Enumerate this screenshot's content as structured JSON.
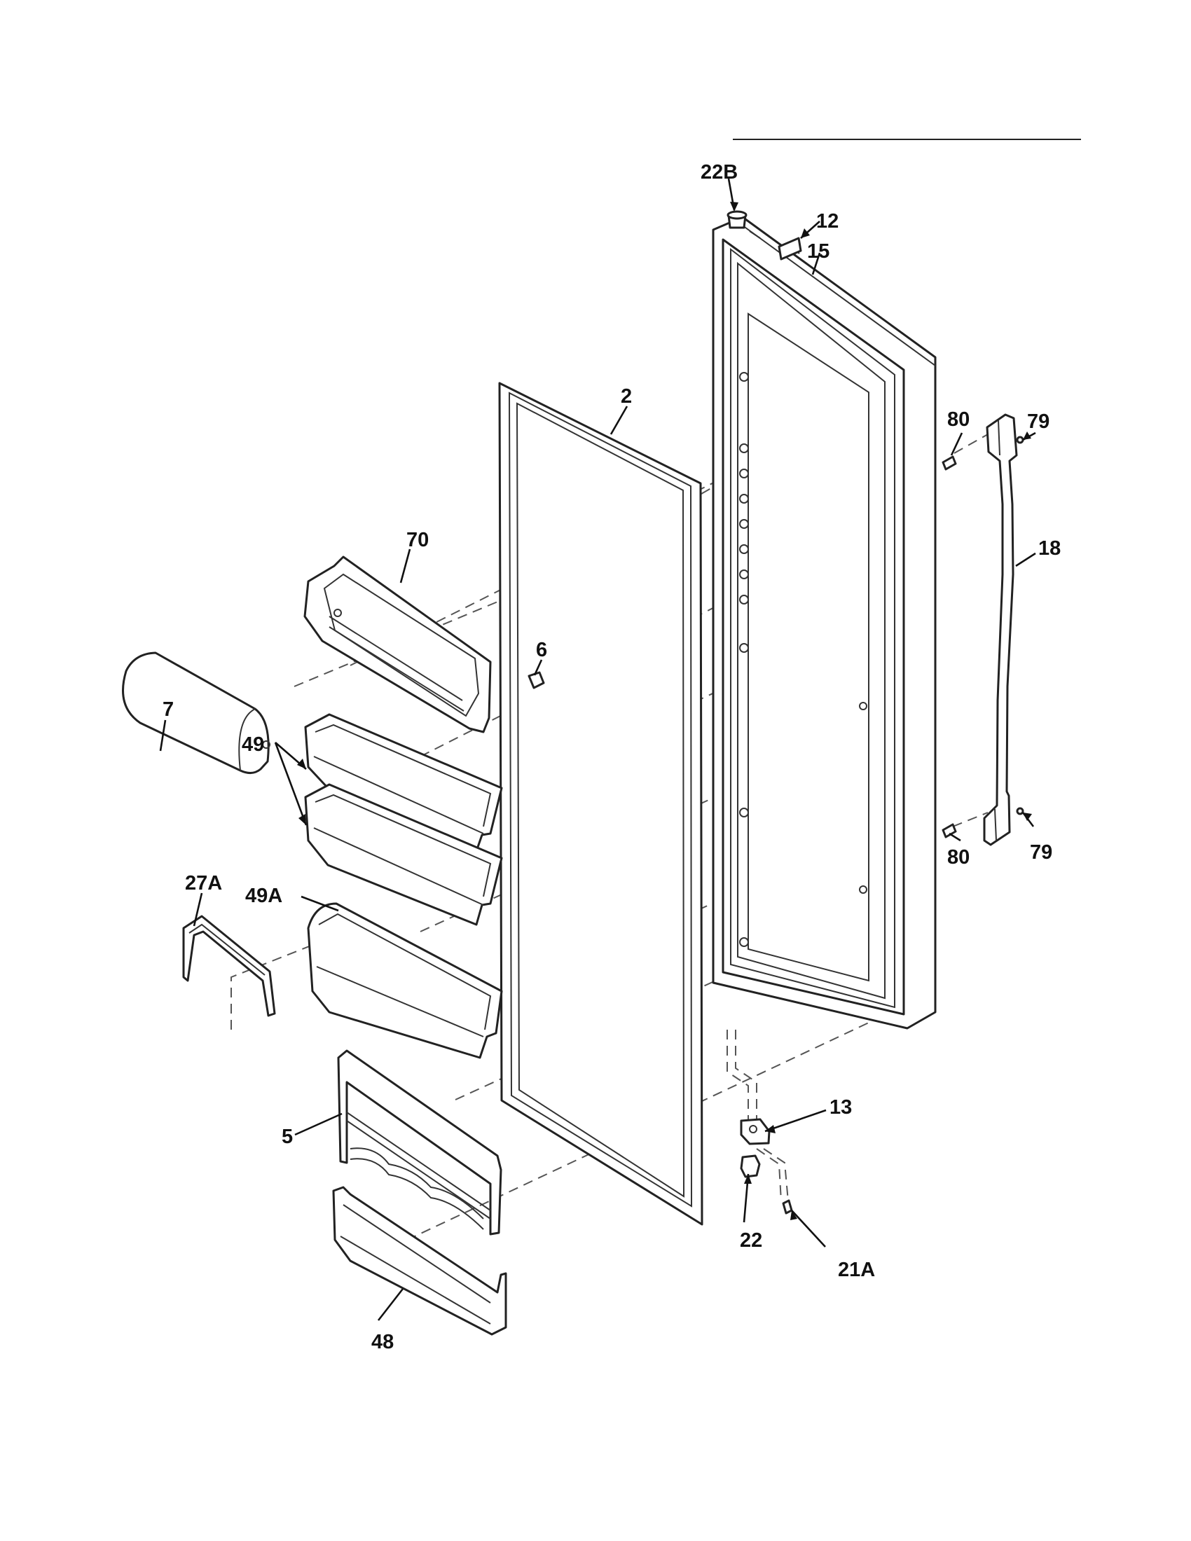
{
  "callouts": {
    "c22b": "22B",
    "c12": "12",
    "c15": "15",
    "c2": "2",
    "c80a": "80",
    "c79a": "79",
    "c18": "18",
    "c70": "70",
    "c6": "6",
    "c7": "7",
    "c49": "49",
    "c27a": "27A",
    "c49a": "49A",
    "c80b": "80",
    "c79b": "79",
    "c13": "13",
    "c5": "5",
    "c22": "22",
    "c21a": "21A",
    "c48": "48"
  }
}
